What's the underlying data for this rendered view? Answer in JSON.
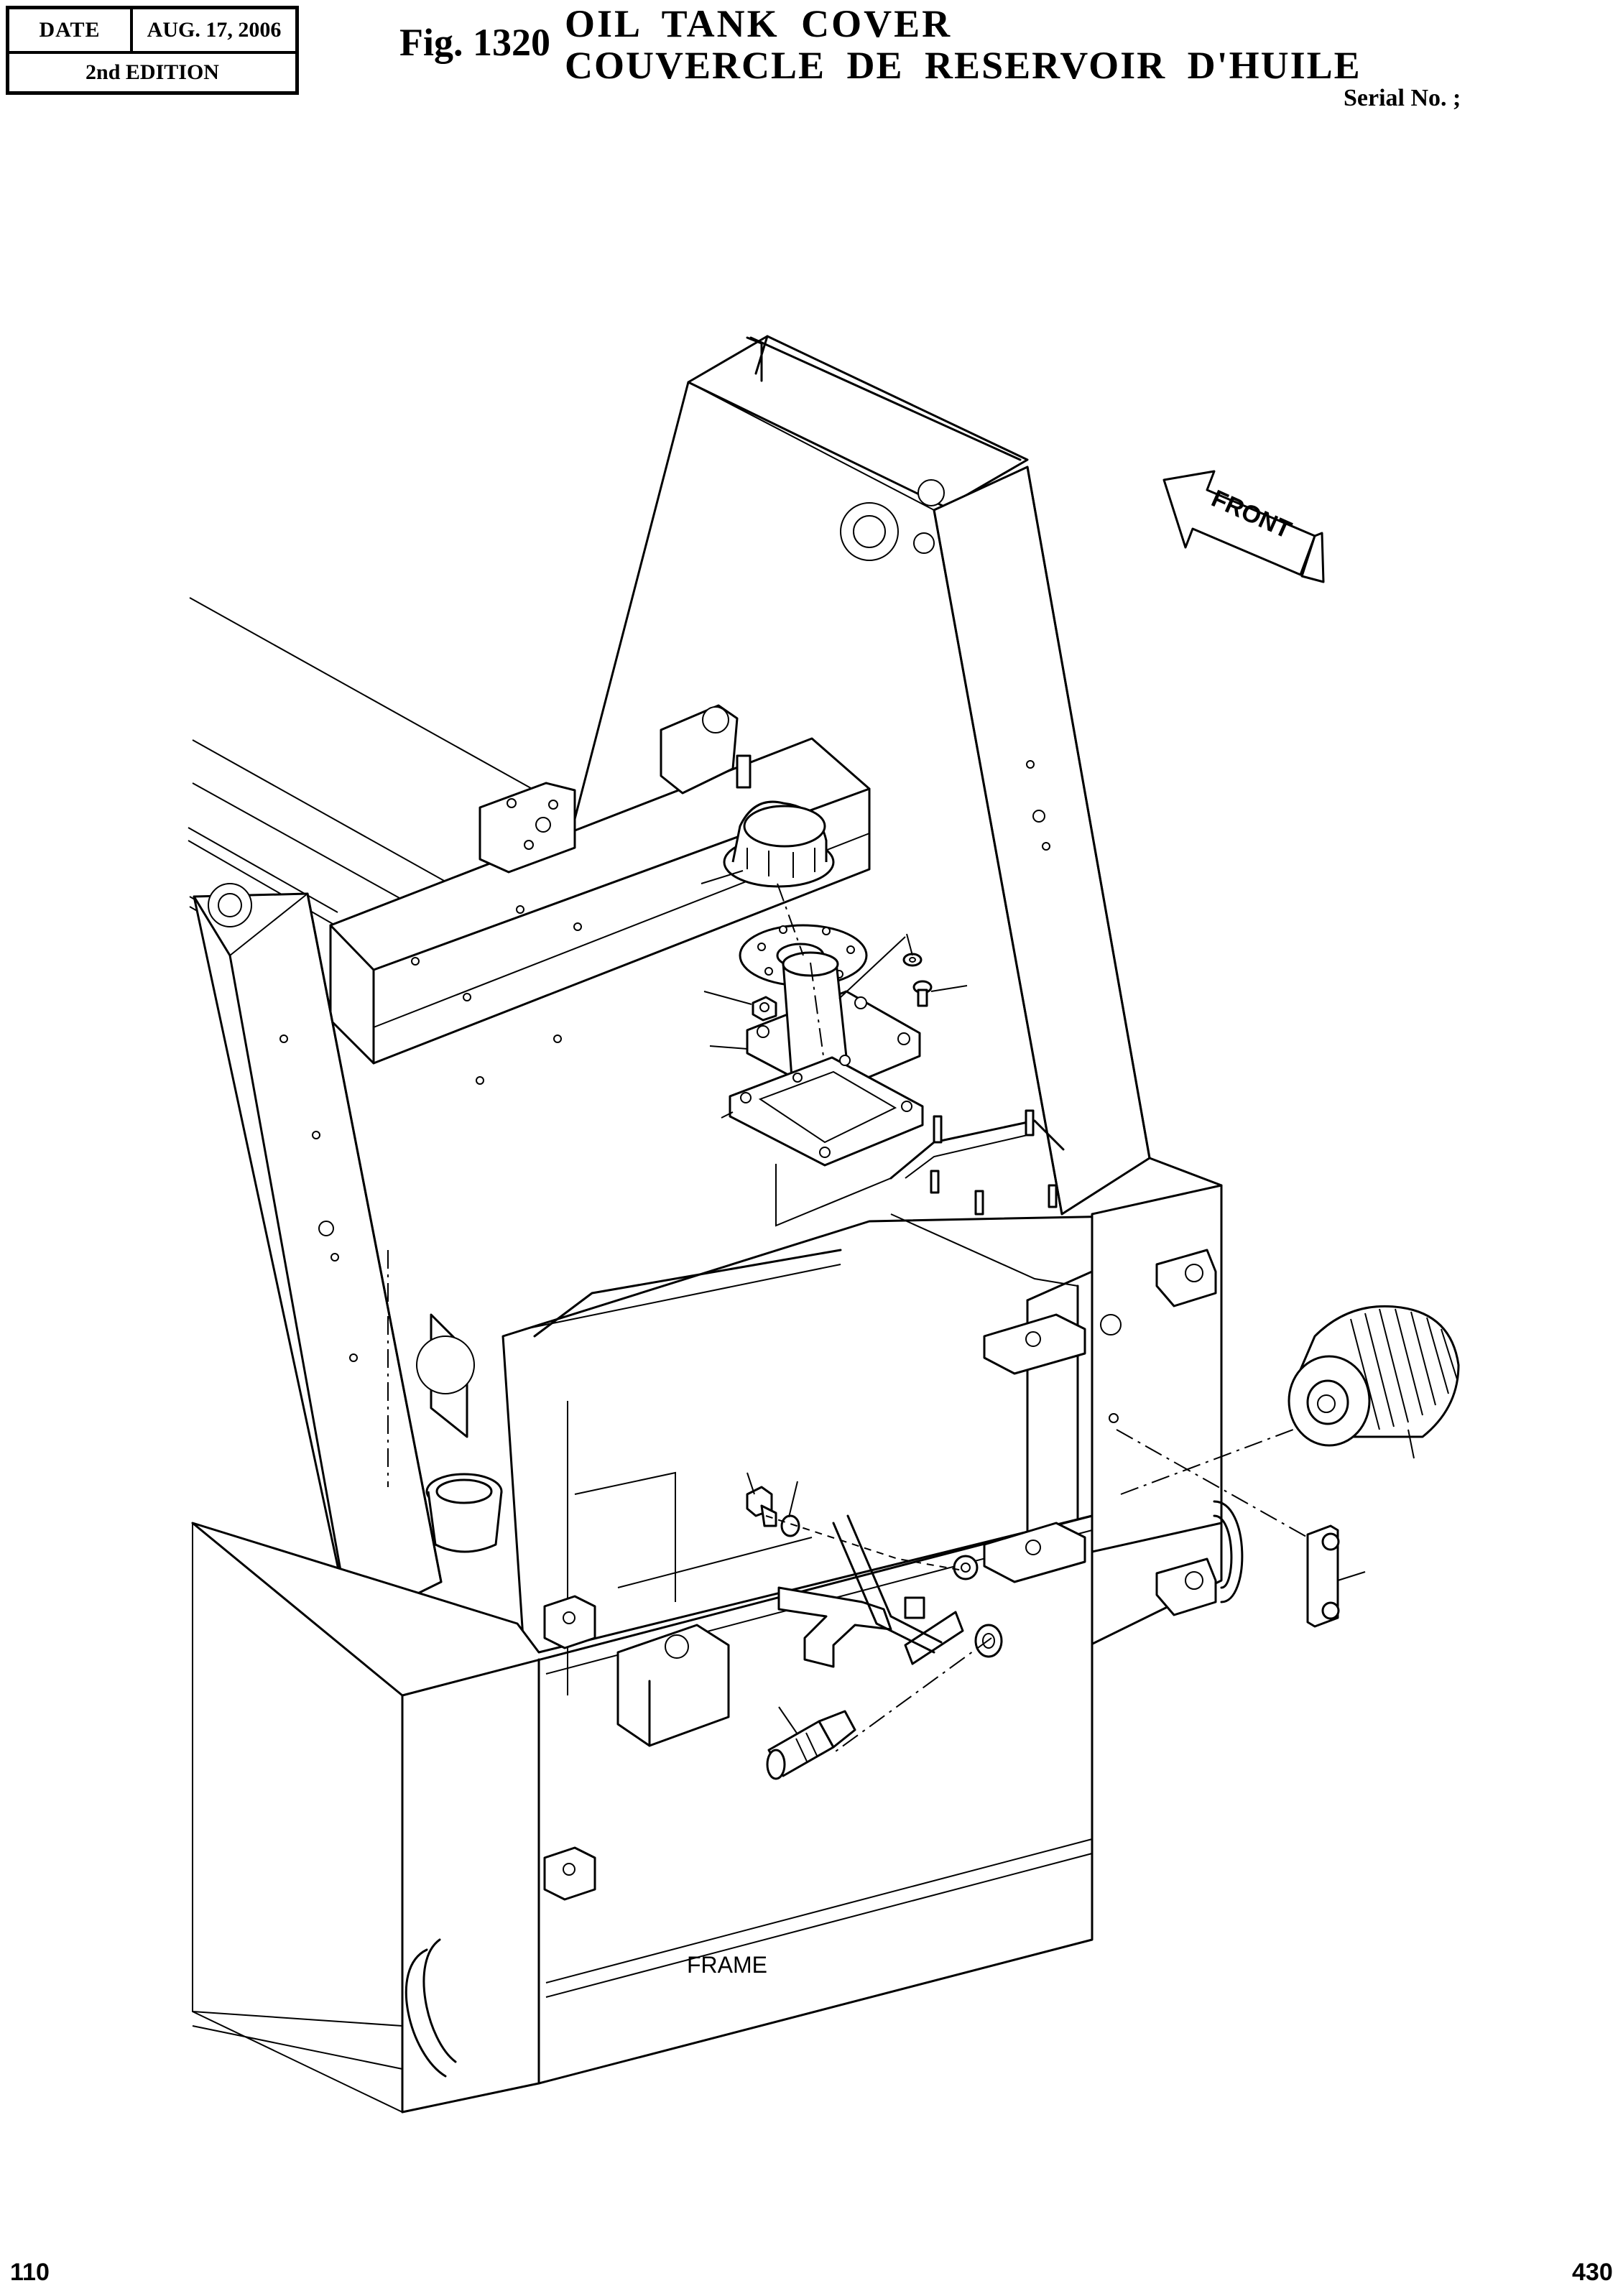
{
  "header": {
    "date_label": "DATE",
    "date_value": "AUG. 17, 2006",
    "edition": "2nd EDITION",
    "fig_label": "Fig. 1320",
    "title_en": "OIL  TANK  COVER",
    "title_fr": "COUVERCLE  DE  RESERVOIR  D'HUILE",
    "serial": "Serial No. ;"
  },
  "diagram": {
    "frame_label": "FRAME",
    "front_arrow_label": "FRONT",
    "parts": [
      "breather-cap",
      "filler-flange",
      "washer",
      "bolt",
      "nut",
      "cover-plate",
      "gasket",
      "drain-plug",
      "o-ring",
      "level-gauge",
      "sensor",
      "return-filter",
      "clamp-bracket"
    ]
  },
  "footer": {
    "page_left": "110",
    "page_right": "430"
  }
}
